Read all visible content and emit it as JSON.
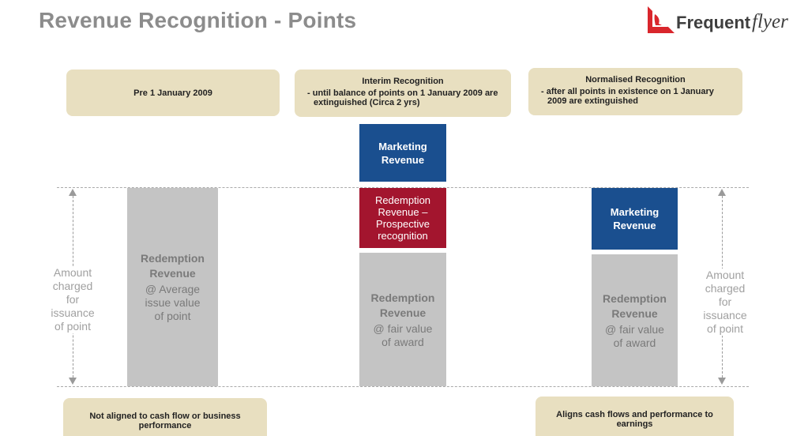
{
  "title": "Revenue Recognition - Points",
  "logo": {
    "strong": "Frequent",
    "italic": "flyer",
    "colors": {
      "kangaroo": "#d9262c",
      "text": "#3f3f3f"
    }
  },
  "headers": {
    "pre": {
      "title": "Pre 1 January 2009"
    },
    "interim": {
      "title": "Interim Recognition",
      "detail": "- until balance of points on 1 January 2009 are extinguished (Circa 2 yrs)"
    },
    "normalised": {
      "title": "Normalised Recognition",
      "detail": "- after all points in existence on 1 January 2009 are extinguished"
    }
  },
  "side_labels": {
    "left": [
      "Amount",
      "charged",
      "for",
      "issuance",
      "of point"
    ],
    "right": [
      "Amount",
      "charged",
      "for",
      "issuance",
      "of point"
    ]
  },
  "columns": {
    "pre": {
      "redemption": {
        "strong": [
          "Redemption",
          "Revenue"
        ],
        "light": [
          "@ Average",
          "issue value",
          "of point"
        ]
      }
    },
    "interim": {
      "marketing": [
        "Marketing",
        "Revenue"
      ],
      "prospective": [
        "Redemption",
        "Revenue –",
        "Prospective",
        "recognition"
      ],
      "redemption": {
        "strong": [
          "Redemption",
          "Revenue"
        ],
        "light": [
          "@ fair value",
          "of award"
        ]
      }
    },
    "normalised": {
      "marketing": [
        "Marketing",
        "Revenue"
      ],
      "redemption": {
        "strong": [
          "Redemption",
          "Revenue"
        ],
        "light": [
          "@ fair value",
          "of award"
        ]
      }
    }
  },
  "footers": {
    "left": "Not aligned to cash flow or business performance",
    "right": "Aligns cash flows and performance to earnings"
  },
  "colors": {
    "note_bg": "#e8dfc0",
    "marketing": "#1a4f8f",
    "prospective": "#a3152e",
    "redemption": "#c4c4c4",
    "title": "#8c8c8c"
  }
}
